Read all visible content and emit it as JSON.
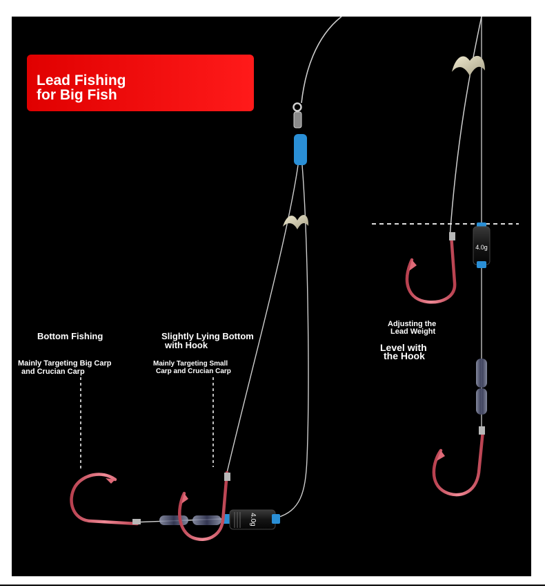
{
  "banner": {
    "line1": "Lead Fishing",
    "line2": " for Big Fish",
    "color": "#ff1010"
  },
  "left_rig": {
    "bottom_fishing": {
      "title": "Bottom Fishing",
      "desc_line1": "Mainly Targeting Big Carp",
      "desc_line2": "and Crucian Carp"
    },
    "lying_bottom": {
      "title_line1": "Slightly Lying Bottom",
      "title_line2": "with Hook",
      "desc_line1": "Mainly Targeting Small",
      "desc_line2": "Carp and Crucian Carp"
    },
    "weight_label": "4.0g"
  },
  "right_rig": {
    "adjust_line1": "Adjusting the",
    "adjust_line2": "Lead Weight",
    "level_line1": "Level with",
    "level_line2": "the Hook",
    "weight_label": "4.0g"
  },
  "colors": {
    "background": "#000000",
    "hook": "#e06a78",
    "line": "#cfcfcf",
    "float_stop": "#d8d2b4",
    "swivel_bead": "#2a8fd6",
    "weight_cap": "#2a8fd6"
  },
  "icons": [
    "hook-icon",
    "swivel-icon",
    "lead-weight-icon",
    "float-stopper-icon",
    "bead-icon"
  ]
}
